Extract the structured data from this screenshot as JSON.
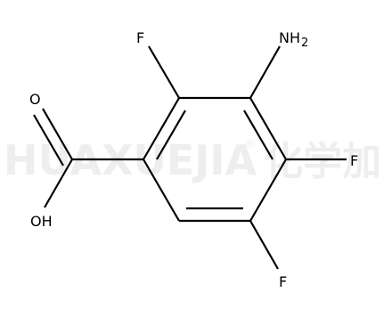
{
  "watermark": {
    "latin": "HUAXUEJIA",
    "registered": "®",
    "chinese": "化学加"
  },
  "atoms": {
    "f_top": "F",
    "n_top": "NH",
    "n_sub": "2",
    "f_right": "F",
    "f_bottom": "F",
    "o_carbonyl": "O",
    "oh": "OH"
  }
}
